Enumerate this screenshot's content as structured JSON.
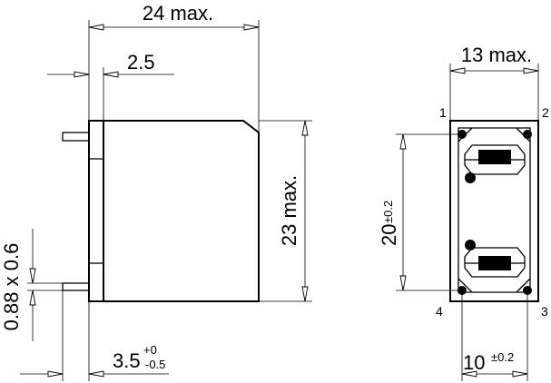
{
  "side_view": {
    "width_label": "24 max.",
    "flange_label": "2.5",
    "height_label": "23 max.",
    "pin_size_label": "0.88 x 0.6",
    "pin_length_base": "3.5",
    "pin_length_tol_plus": "+0",
    "pin_length_tol_minus": "-0.5"
  },
  "front_view": {
    "width_label": "13 max.",
    "pin_pitch_vertical_base": "20",
    "pin_pitch_vertical_tol": "±0.2",
    "pin_pitch_horizontal_base": "10",
    "pin_pitch_horizontal_tol": "±0.2",
    "pin_labels": [
      "1",
      "2",
      "3",
      "4"
    ]
  }
}
